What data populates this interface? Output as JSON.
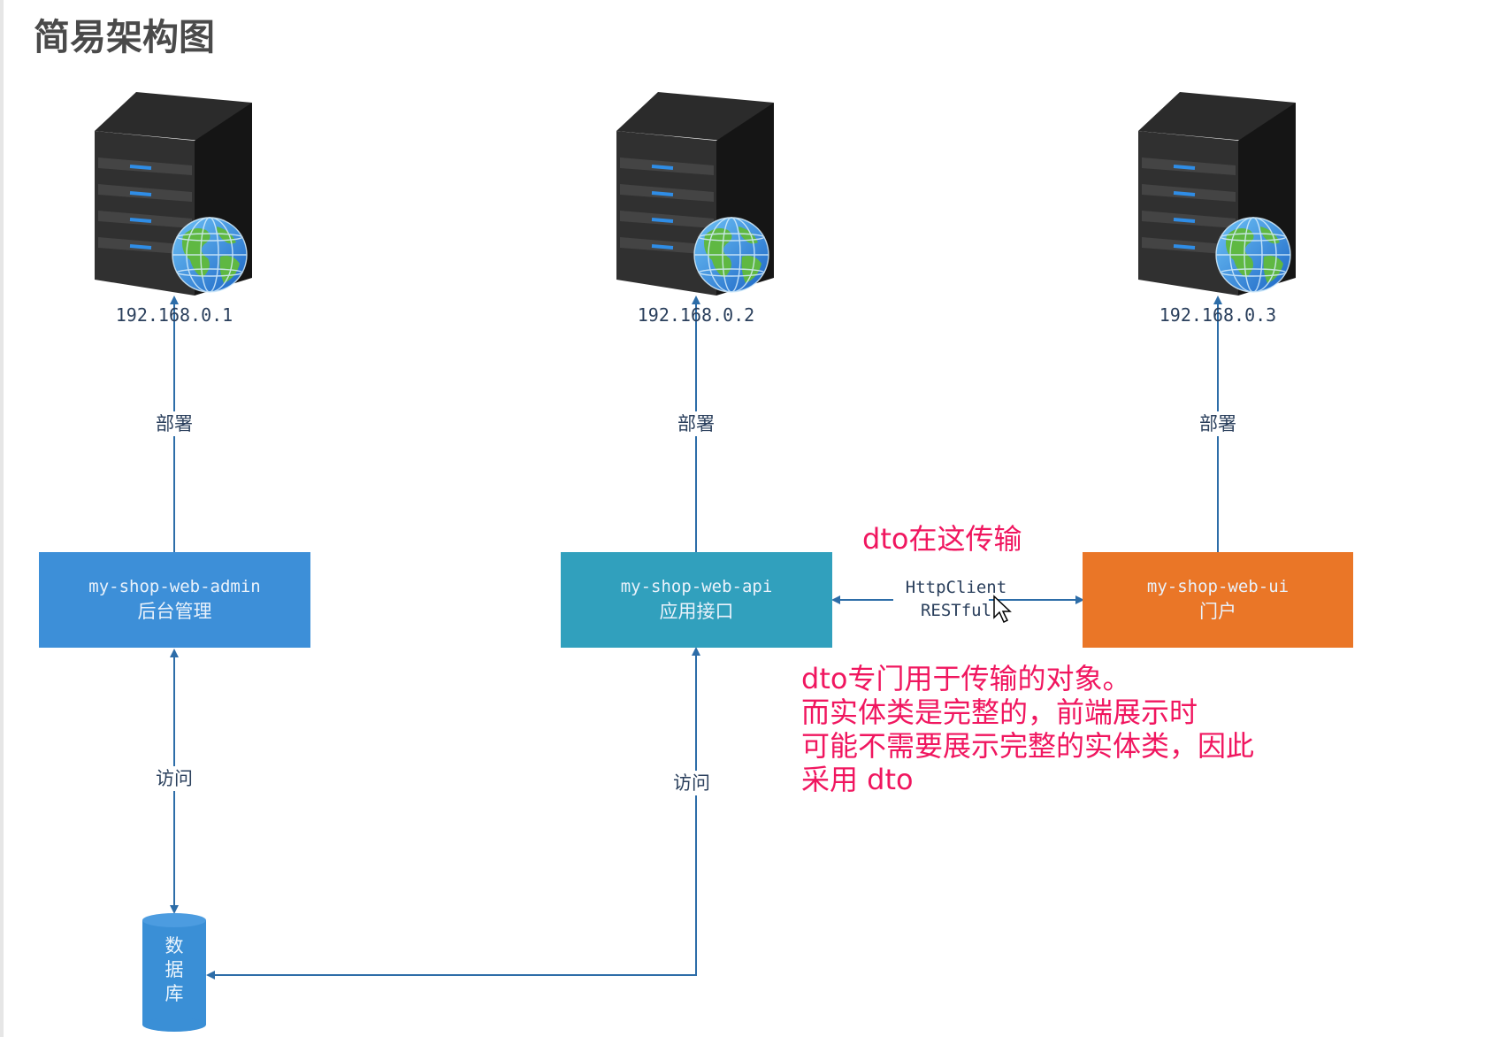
{
  "title": "简易架构图",
  "servers": [
    {
      "ip": "192.168.0.1",
      "deploy_label": "部署"
    },
    {
      "ip": "192.168.0.2",
      "deploy_label": "部署"
    },
    {
      "ip": "192.168.0.3",
      "deploy_label": "部署"
    }
  ],
  "modules": [
    {
      "code": "my-shop-web-admin",
      "name": "后台管理",
      "color": "#3d8fd8"
    },
    {
      "code": "my-shop-web-api",
      "name": "应用接口",
      "color": "#31a0bd"
    },
    {
      "code": "my-shop-web-ui",
      "name": "门户",
      "color": "#ea7627"
    }
  ],
  "access_labels": [
    "访问",
    "访问"
  ],
  "protocol": {
    "line1": "HttpClient",
    "line2": "RESTful"
  },
  "database": {
    "label_chars": [
      "数",
      "据",
      "库"
    ],
    "color": "#3a8fd6"
  },
  "annotations": {
    "transfer": "dto在这传输",
    "explanation": [
      "dto专门用于传输的对象。",
      "而实体类是完整的，前端展示时",
      "可能不需要展示完整的实体类，因此",
      "采用 dto"
    ]
  },
  "icons": [
    "server-tower-icon",
    "globe-icon",
    "cursor-icon"
  ]
}
